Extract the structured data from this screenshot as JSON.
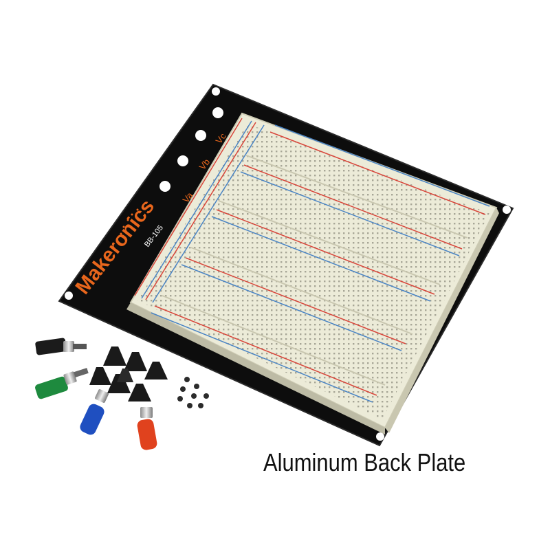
{
  "product": {
    "brand": "Makeronics",
    "model": "BB-105",
    "caption": "Aluminum Back Plate",
    "rail_labels": [
      "Va",
      "Vb",
      "Vc"
    ]
  },
  "colors": {
    "plate": "#0d0d0d",
    "board": "#ecebd8",
    "board_edge": "#cfcdb6",
    "brand_orange": "#e8661c",
    "rail_red": "#d8453a",
    "rail_blue": "#4a84c4",
    "post_black": "#1b1b1b",
    "post_green": "#1e8a3e",
    "post_blue": "#1f4fc0",
    "post_red": "#e0421e"
  },
  "accessories": {
    "binding_posts": [
      "black",
      "green",
      "blue",
      "red"
    ],
    "rubber_feet_count": 7,
    "screw_count": 8
  }
}
